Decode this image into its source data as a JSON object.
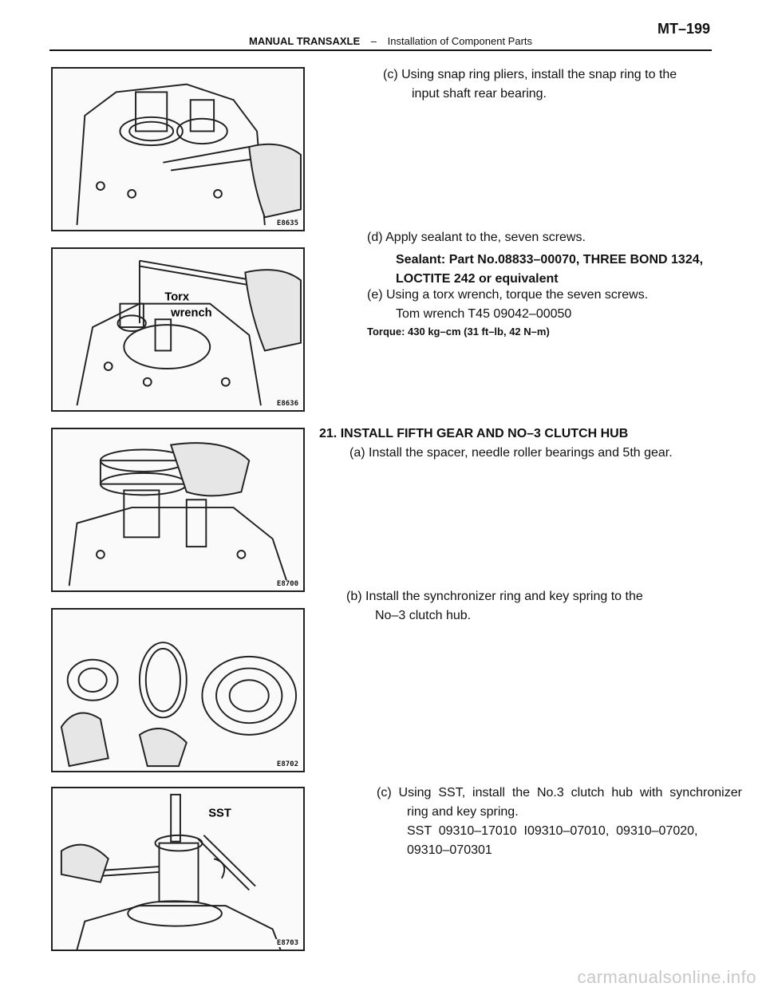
{
  "header": {
    "section": "MANUAL TRANSAXLE",
    "separator": "–",
    "subsection": "Installation of Component Parts",
    "page_number": "MT–199"
  },
  "figures": [
    {
      "code": "E8635",
      "label": ""
    },
    {
      "code": "E8636",
      "label_line1": "Torx",
      "label_line2": "wrench"
    },
    {
      "code": "E8700",
      "label": ""
    },
    {
      "code": "E8702",
      "label": ""
    },
    {
      "code": "E8703",
      "label": "SST"
    }
  ],
  "steps": {
    "c1": {
      "line1": "(c) Using snap ring pliers, install the snap ring to the",
      "line2": "input shaft rear bearing."
    },
    "d": {
      "line1": "(d) Apply sealant to the, seven screws.",
      "sealant1": "Sealant: Part No.08833–00070, THREE BOND 1324,",
      "sealant2": "LOCTITE 242 or equivalent"
    },
    "e": {
      "line1": "(e) Using a torx wrench, torque the seven screws.",
      "line2": "Tom wrench T45 09042–00050",
      "torque": "Torque: 430 kg–cm (31 ft–lb, 42 N–m)"
    },
    "s21": {
      "title": "21. INSTALL FIFTH GEAR AND NO–3 CLUTCH HUB",
      "a": "(a) Install the spacer, needle roller bearings and 5th gear."
    },
    "b": {
      "line1": "(b) Install the synchronizer ring and key spring to the",
      "line2": "No–3 clutch hub."
    },
    "c2": {
      "line1": "(c)  Using  SST,  install  the  No.3  clutch  hub  with  synchronizer",
      "line2": "ring and key spring.",
      "line3": "SST  09310–17010  I09310–07010,  09310–07020,",
      "line4": "09310–070301"
    }
  },
  "watermark": "carmanualsonline.info"
}
